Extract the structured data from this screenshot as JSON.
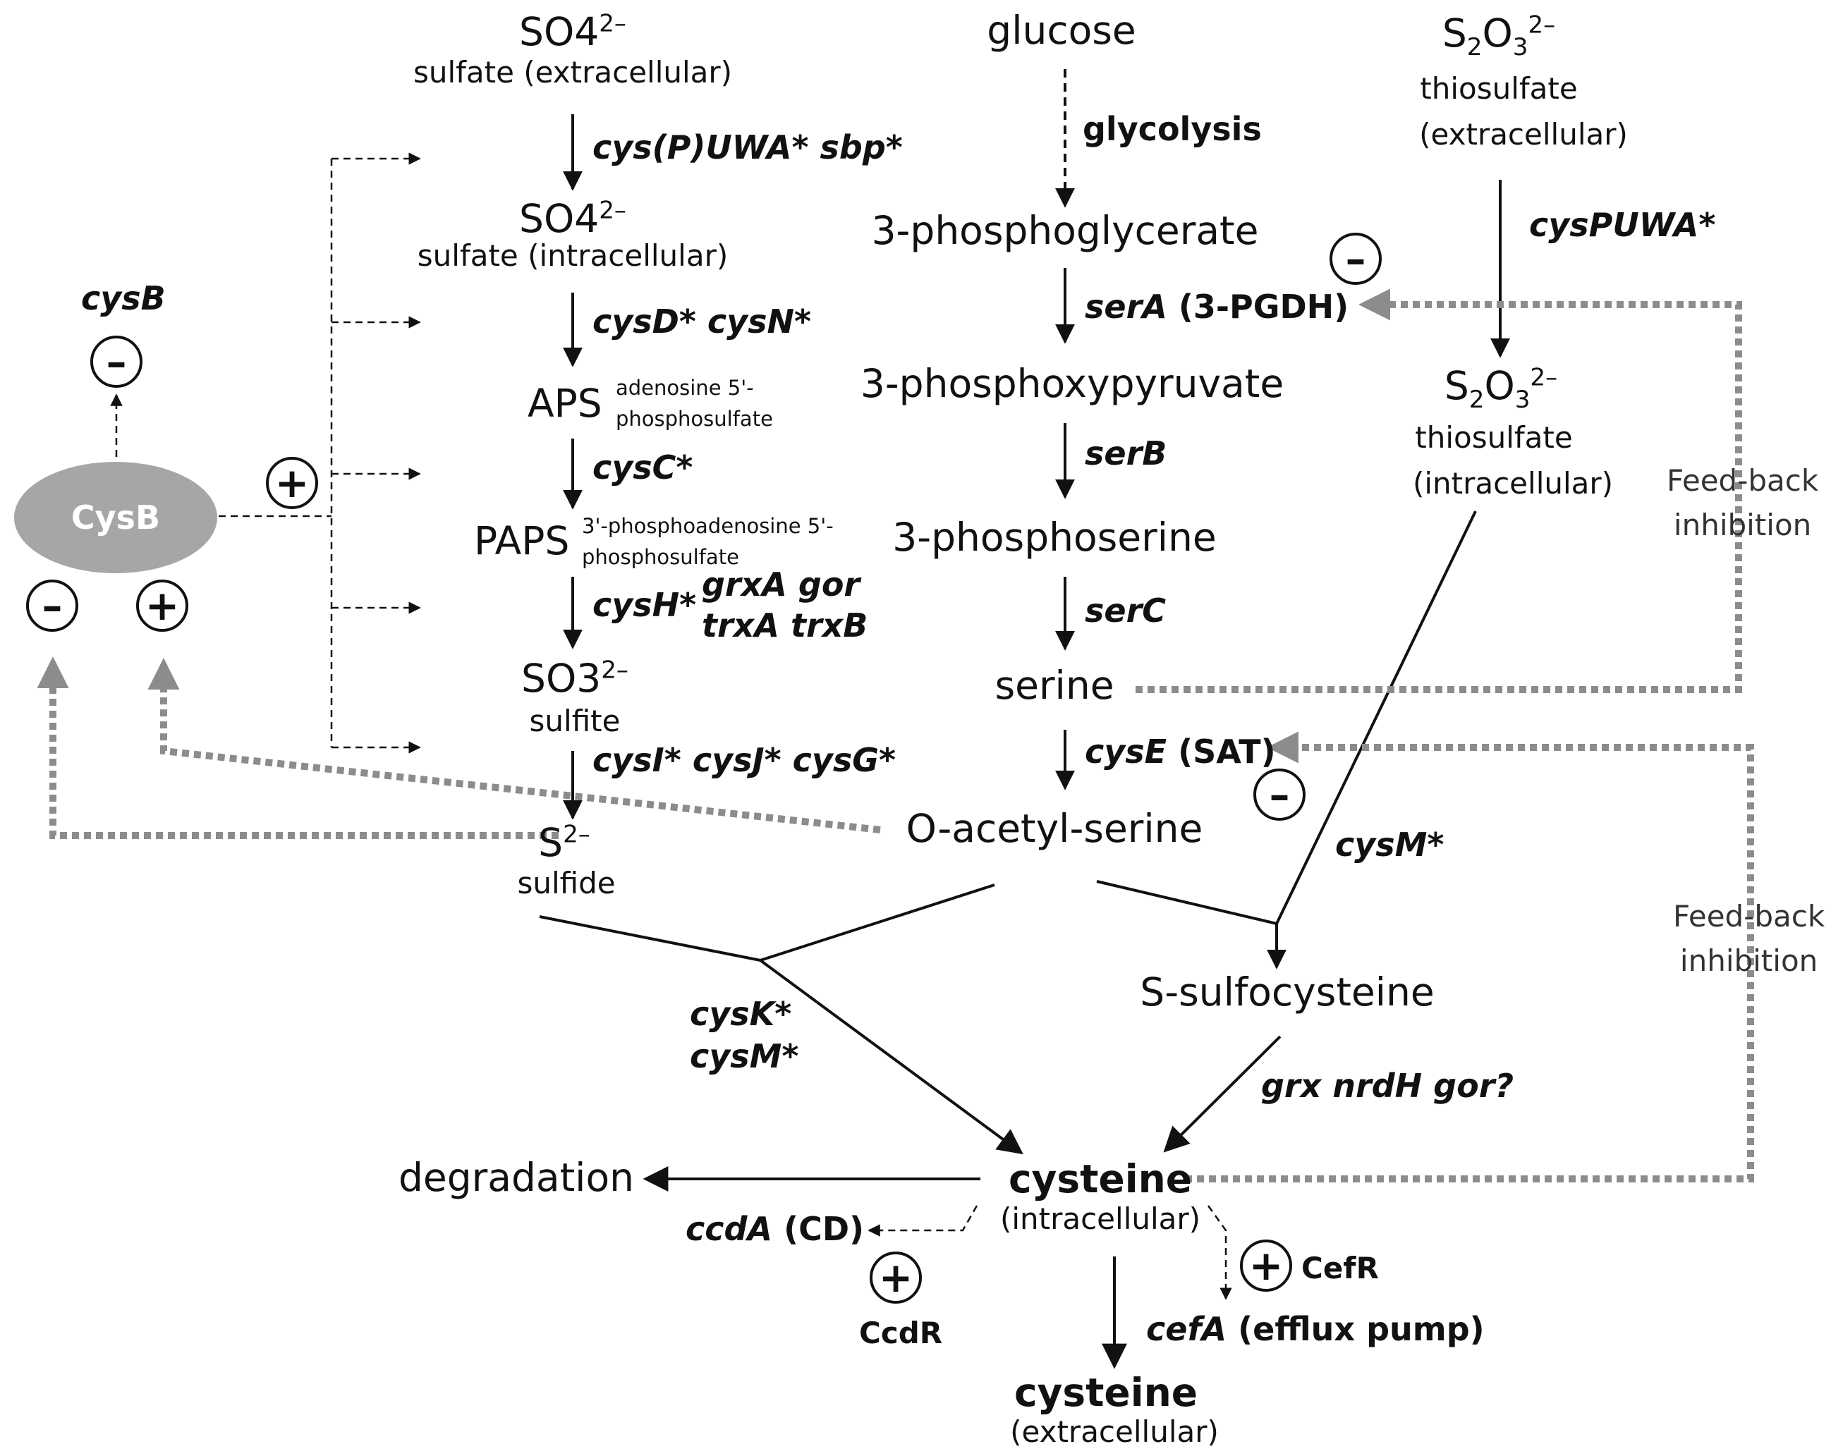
{
  "metabolites": {
    "so4_ext": "SO4",
    "so4_ext_charge": "2–",
    "so4_ext_desc": "sulfate (extracellular)",
    "so4_int": "SO4",
    "so4_int_charge": "2–",
    "so4_int_desc": "sulfate (intracellular)",
    "aps": "APS",
    "aps_desc_1": "adenosine 5'-",
    "aps_desc_2": "phosphosulfate",
    "paps": "PAPS",
    "paps_desc_1": "3'-phosphoadenosine 5'-",
    "paps_desc_2": "phosphosulfate",
    "so3": "SO3",
    "so3_charge": "2–",
    "so3_desc": "sulfite",
    "s2": "S",
    "s2_charge": "2–",
    "s2_desc": "sulfide",
    "glucose": "glucose",
    "pg3": "3-phosphoglycerate",
    "php": "3-phosphoxypyruvate",
    "ps": "3-phosphoserine",
    "serine": "serine",
    "oas": "O-acetyl-serine",
    "thio_ext_s": "S",
    "thio_ext_o": "O",
    "thio_ext_charge": "2–",
    "thio_ext_desc_1": "thiosulfate",
    "thio_ext_desc_2": "(extracellular)",
    "thio_int_s": "S",
    "thio_int_o": "O",
    "thio_int_charge": "2–",
    "thio_int_desc_1": "thiosulfate",
    "thio_int_desc_2": "(intracellular)",
    "ssc": "S-sulfocysteine",
    "cys_int": "cysteine",
    "cys_int_desc": "(intracellular)",
    "cys_ext": "cysteine",
    "cys_ext_desc": "(extracellular)",
    "degradation": "degradation"
  },
  "genes": {
    "cysPUWA_sbp_a": "cys",
    "cysPUWA_sbp_b": "(P)",
    "cysPUWA_sbp_c": "UWA* sbp*",
    "cysDN": "cysD* cysN*",
    "cysC": "cysC*",
    "cysH": "cysH*",
    "grxA_gor": "grxA gor",
    "trxA_trxB": "trxA trxB",
    "cysIJG": "cysI* cysJ* cysG*",
    "glycolysis": "glycolysis",
    "serA": "serA",
    "serA_enzyme": "(3-PGDH)",
    "serB": "serB",
    "serC": "serC",
    "cysE": "cysE",
    "cysE_enzyme": "(SAT)",
    "cysPUWA_thio": "cysPUWA*",
    "cysM_thio": "cysM*",
    "cysK": "cysK*",
    "cysM": "cysM*",
    "grx_nrdH_gor": "grx nrdH gor?",
    "ccdA": "ccdA",
    "ccdA_enzyme": "(CD)",
    "cefA": "cefA",
    "cefA_enzyme": "(efflux pump)",
    "cysB_gene": "cysB"
  },
  "regulators": {
    "cysB_protein": "CysB",
    "ccdR": "CcdR",
    "cefR": "CefR"
  },
  "annotations": {
    "feedback_1_line1": "Feed-back",
    "feedback_1_line2": "inhibition",
    "feedback_2_line1": "Feed-back",
    "feedback_2_line2": "inhibition"
  },
  "signs": {
    "minus": "–",
    "plus": "+"
  },
  "colors": {
    "arrow": "#111111",
    "feedback": "#8c8c8c",
    "cysb_fill": "#a6a6a6"
  }
}
